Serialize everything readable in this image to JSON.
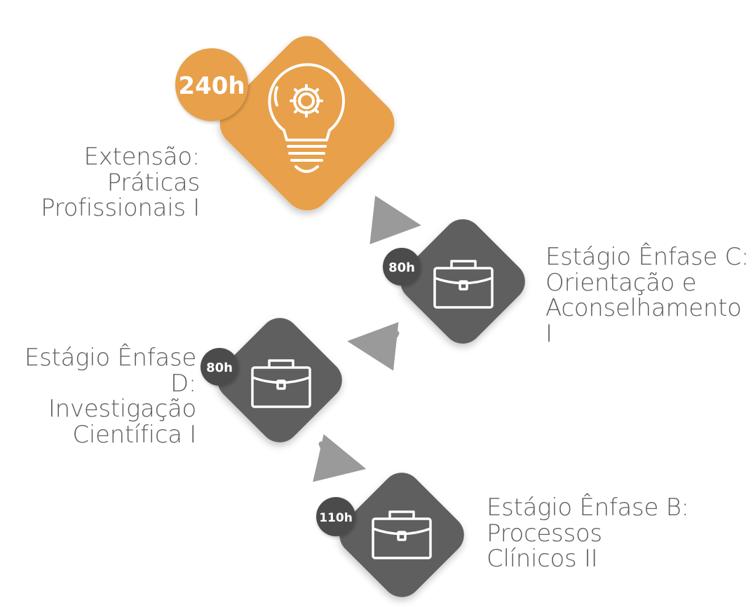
{
  "colors": {
    "orange": "#E8A04C",
    "dark": "#5E5E5E",
    "badge_dark": "#4B4B4B",
    "arrow": "#9A9A9A",
    "text": "#5F5F5F",
    "icon": "#FFFFFF"
  },
  "steps": [
    {
      "hours": "240h",
      "icon": "lightbulb-gear-icon",
      "label_lines": [
        "Extensão:",
        "Práticas",
        "Profissionais I"
      ]
    },
    {
      "hours": "80h",
      "icon": "briefcase-icon",
      "label_lines": [
        "Estágio Ênfase C:",
        "Orientação e",
        "Aconselhamento I"
      ]
    },
    {
      "hours": "80h",
      "icon": "briefcase-icon",
      "label_lines": [
        "Estágio Ênfase D:",
        "Investigação",
        "Científica I"
      ]
    },
    {
      "hours": "110h",
      "icon": "briefcase-icon",
      "label_lines": [
        "Estágio Ênfase B:",
        "Processos",
        "Clínicos II"
      ]
    }
  ]
}
